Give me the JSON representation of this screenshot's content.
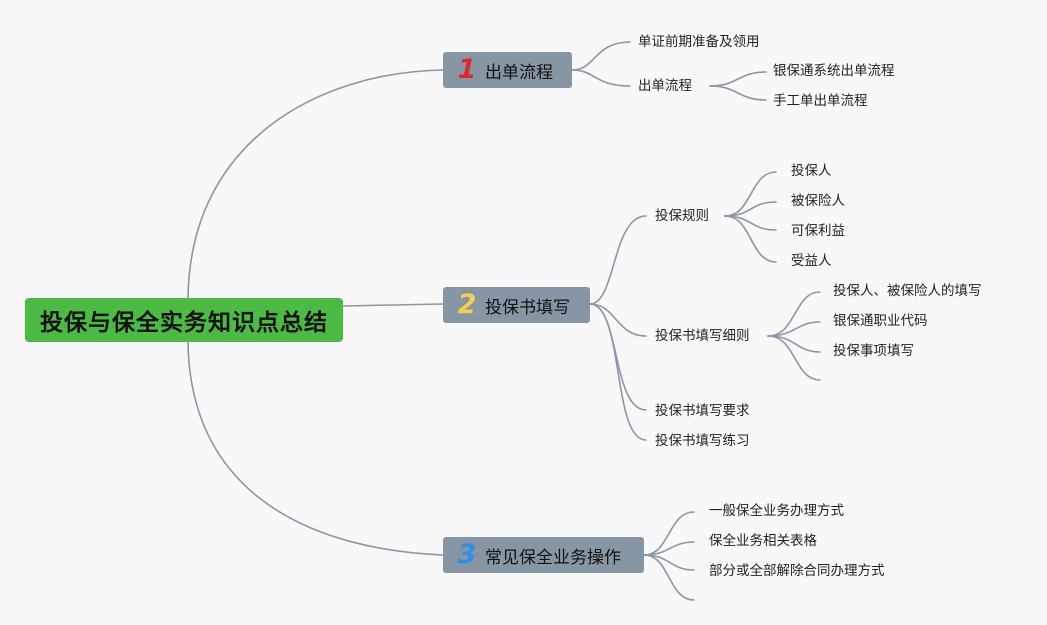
{
  "root": {
    "label": "投保与保全实务知识点总结",
    "color": "#4cbb43"
  },
  "branch_fill": "#8796a5",
  "line_color": "#8b96a6",
  "branches": [
    {
      "number": "1",
      "number_color": "#d92b2b",
      "label": "出单流程",
      "children": [
        {
          "label": "单证前期准备及领用"
        },
        {
          "label": "出单流程",
          "children": [
            {
              "label": "银保通系统出单流程"
            },
            {
              "label": "手工单出单流程"
            }
          ]
        }
      ]
    },
    {
      "number": "2",
      "number_color": "#f2cf52",
      "label": "投保书填写",
      "children": [
        {
          "label": "投保规则",
          "children": [
            {
              "label": "投保人"
            },
            {
              "label": "被保险人"
            },
            {
              "label": "可保利益"
            },
            {
              "label": "受益人"
            }
          ]
        },
        {
          "label": "投保书填写细则",
          "children": [
            {
              "label": "投保人、被保险人的填写"
            },
            {
              "label": "银保通职业代码"
            },
            {
              "label": "投保事项填写"
            }
          ]
        },
        {
          "label": "投保书填写要求"
        },
        {
          "label": "投保书填写练习"
        }
      ]
    },
    {
      "number": "3",
      "number_color": "#2f8fe0",
      "label": "常见保全业务操作",
      "children": [
        {
          "label": "一般保全业务办理方式"
        },
        {
          "label": "保全业务相关表格"
        },
        {
          "label": "部分或全部解除合同办理方式"
        }
      ]
    }
  ]
}
